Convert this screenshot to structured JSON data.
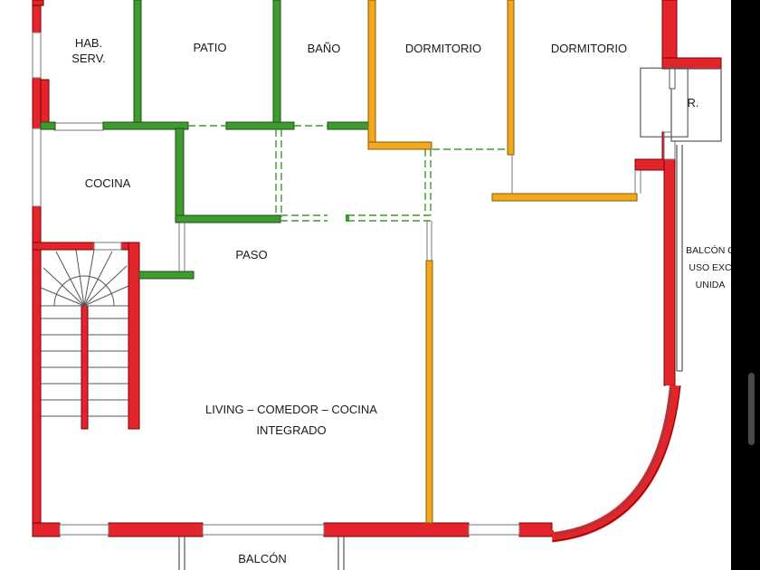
{
  "floor_plan": {
    "rooms": {
      "hab_serv": [
        "HAB.",
        "SERV."
      ],
      "patio": "PATIO",
      "bano": "BAÑO",
      "dormitorio_1": "DORMITORIO",
      "dormitorio_2": "DORMITORIO",
      "r": "R.",
      "cocina": "COCINA",
      "paso": "PASO",
      "living": [
        "LIVING – COMEDOR – COCINA",
        "INTEGRADO"
      ],
      "balcon_uso_exclusivo": [
        "BALCÓN C",
        "USO EXC",
        "UNIDA"
      ],
      "balcon": "BALCÓN"
    },
    "legend_colors": {
      "exterior_wall": "#e3242b",
      "removable_wall": "#3f9a2f",
      "partial_wall": "#f0a81e",
      "proposed_wall_dashed": "#3f9a2f"
    }
  }
}
